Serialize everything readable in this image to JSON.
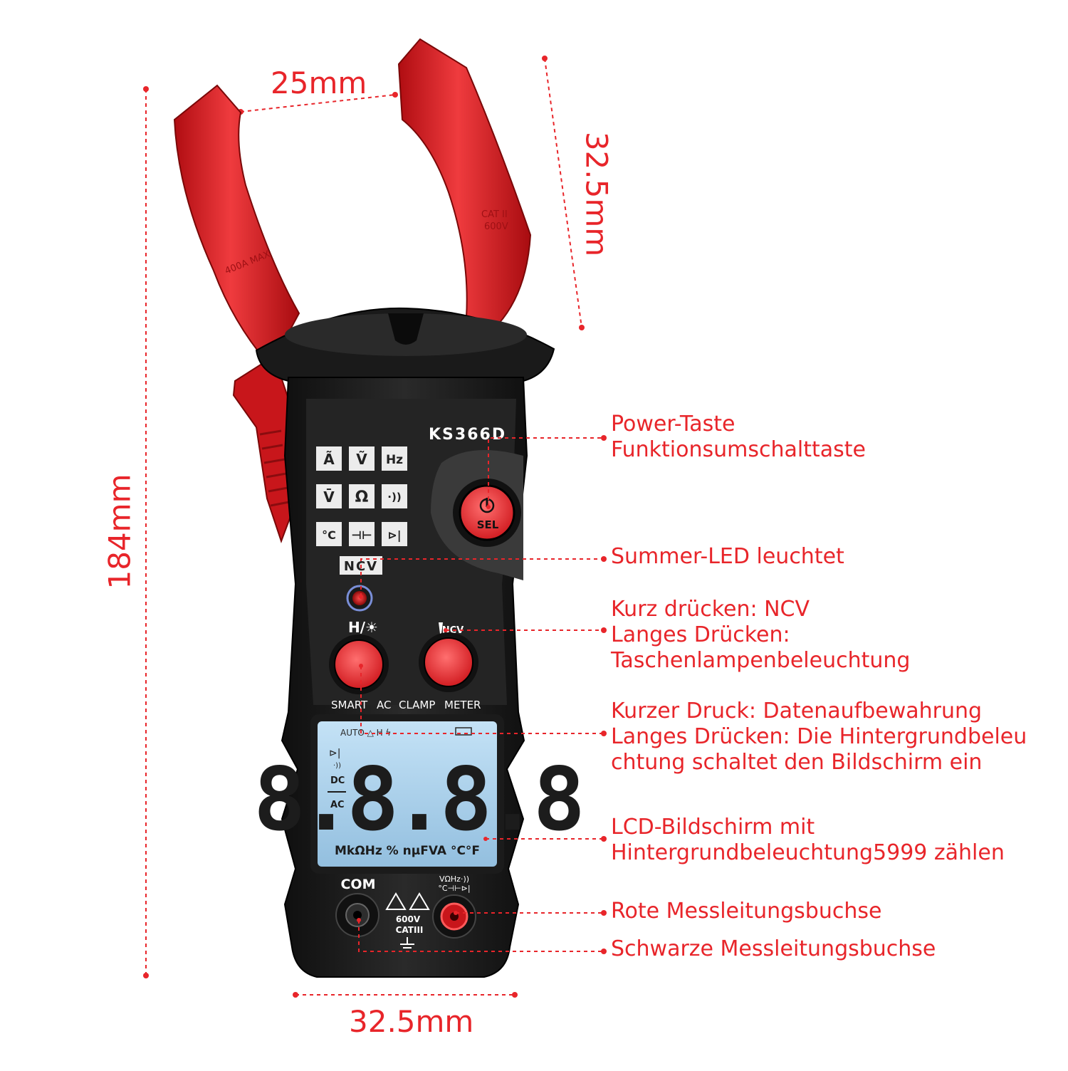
{
  "dimensions": {
    "jaw_opening": "25mm",
    "jaw_depth": "32.5mm",
    "total_height": "184mm",
    "body_width": "32.5mm"
  },
  "device": {
    "model": "KS366D",
    "function_icons": [
      "Ã",
      "Ṽ",
      "Hz",
      "V̄",
      "Ω",
      "·))",
      "°C",
      "⊣⊢",
      "⊳|"
    ],
    "ncv_label": "NCV",
    "hold_label": "H/☀",
    "ncv_button_label": "NCV",
    "mode_labels": [
      "SMART",
      "AC",
      "CLAMP",
      "METER"
    ],
    "power_button_label": "SEL",
    "jaw_markings": {
      "left": "400A MAX",
      "right_cat": "CAT II",
      "right_voltage": "600V"
    },
    "lcd": {
      "top_indicators": "AUTO △ H ϟ",
      "digits": "8.8.8.8",
      "left_indicators": [
        "⊳|",
        "·))",
        "DC",
        "AC"
      ],
      "units": "MkΩHz % nμFVA °C°F"
    },
    "jack_com_label": "COM",
    "jack_red_label_1": "VΩHz·))",
    "jack_red_label_2": "°C⊣⊢⊳|",
    "safety_voltage": "600V",
    "safety_category": "CATIII"
  },
  "callouts": [
    {
      "lines": [
        "Power-Taste",
        "Funktionsumschalttaste"
      ]
    },
    {
      "lines": [
        "Summer-LED leuchtet"
      ]
    },
    {
      "lines": [
        "Kurz drücken: NCV",
        "Langes Drücken:",
        "Taschenlampenbeleuchtung"
      ]
    },
    {
      "lines": [
        "Kurzer Druck: Datenaufbewahrung",
        "Langes Drücken: Die Hintergrundbeleu",
        "chtung schaltet den Bildschirm ein"
      ]
    },
    {
      "lines": [
        "LCD-Bildschirm mit",
        "Hintergrundbeleuchtung5999 zählen"
      ]
    },
    {
      "lines": [
        "Rote Messleitungsbuchse"
      ]
    },
    {
      "lines": [
        "Schwarze Messleitungsbuchse"
      ]
    }
  ],
  "colors": {
    "accent_red": "#e8252a",
    "body_black": "#1f1f1f",
    "lcd_blue": "#a9cfe9"
  }
}
